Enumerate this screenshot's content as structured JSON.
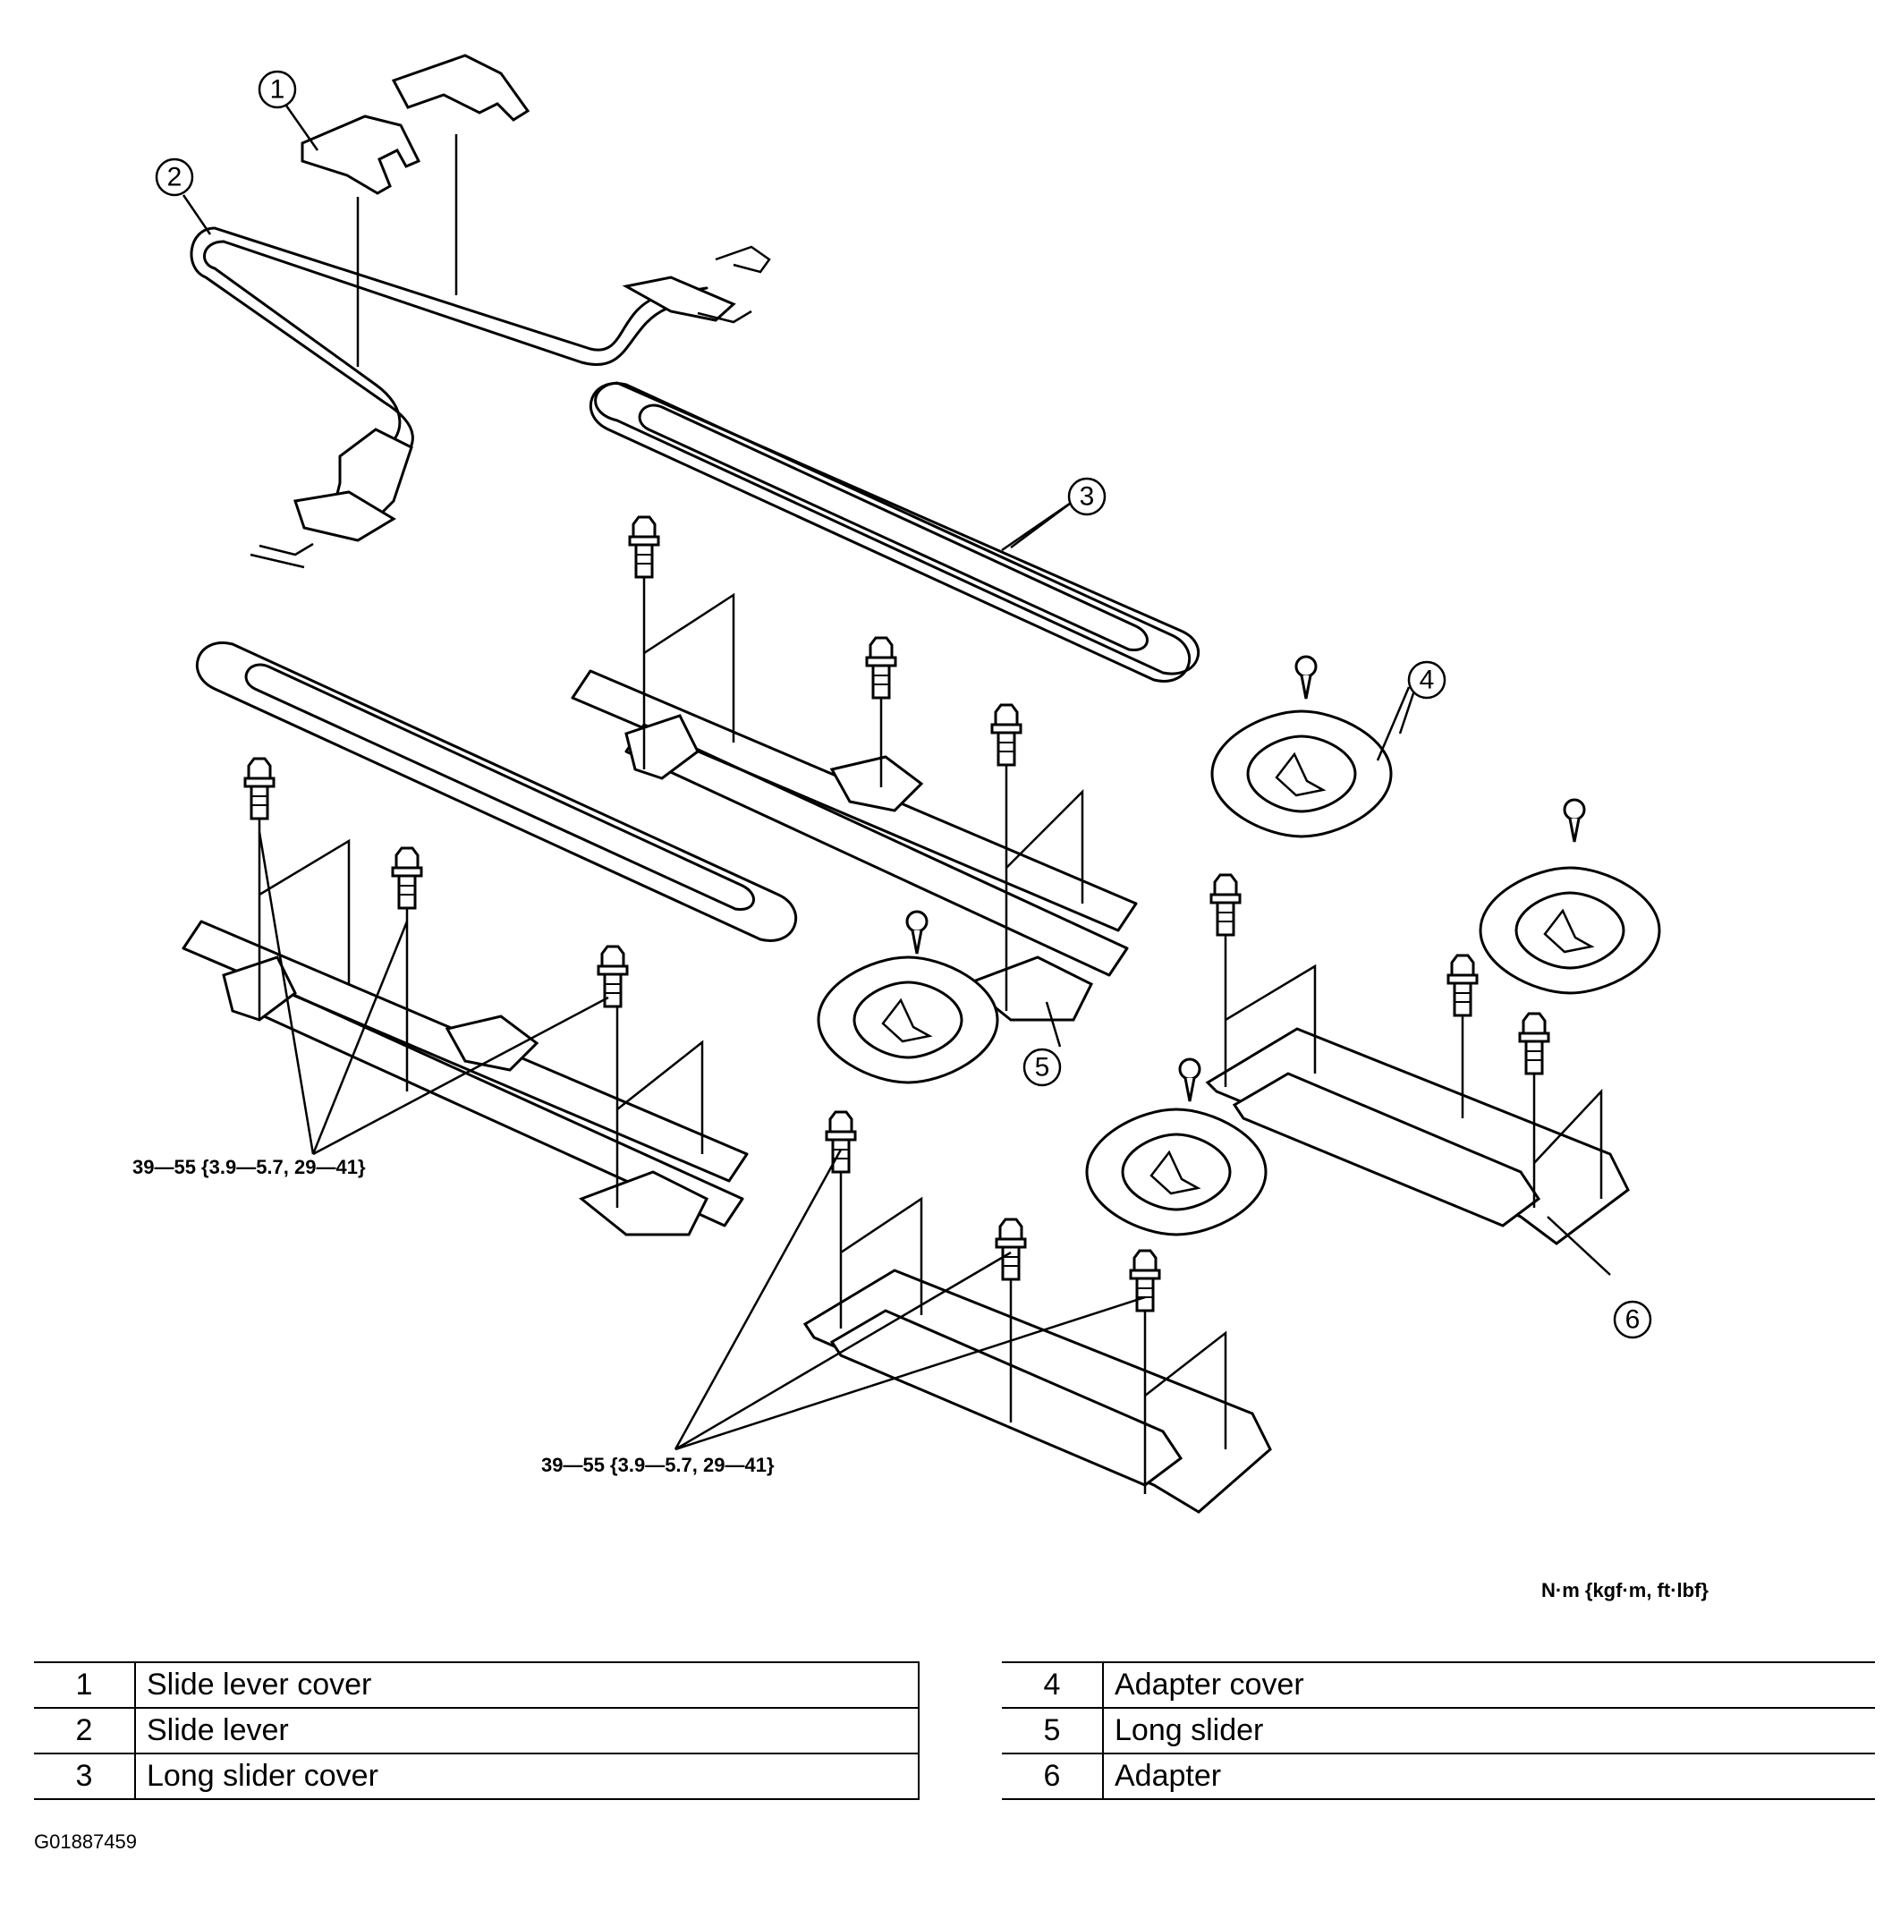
{
  "callouts": [
    "1",
    "2",
    "3",
    "4",
    "5",
    "6"
  ],
  "torque_specs": {
    "left": "39—55 {3.9—5.7, 29—41}",
    "bottom": "39—55 {3.9—5.7, 29—41}"
  },
  "units": "N·m {kgf·m, ft·lbf}",
  "legend": {
    "left": [
      {
        "num": "1",
        "label": "Slide lever cover"
      },
      {
        "num": "2",
        "label": "Slide lever"
      },
      {
        "num": "3",
        "label": "Long slider cover"
      }
    ],
    "right": [
      {
        "num": "4",
        "label": "Adapter cover"
      },
      {
        "num": "5",
        "label": "Long slider"
      },
      {
        "num": "6",
        "label": "Adapter"
      }
    ]
  },
  "figure_id": "G01887459"
}
